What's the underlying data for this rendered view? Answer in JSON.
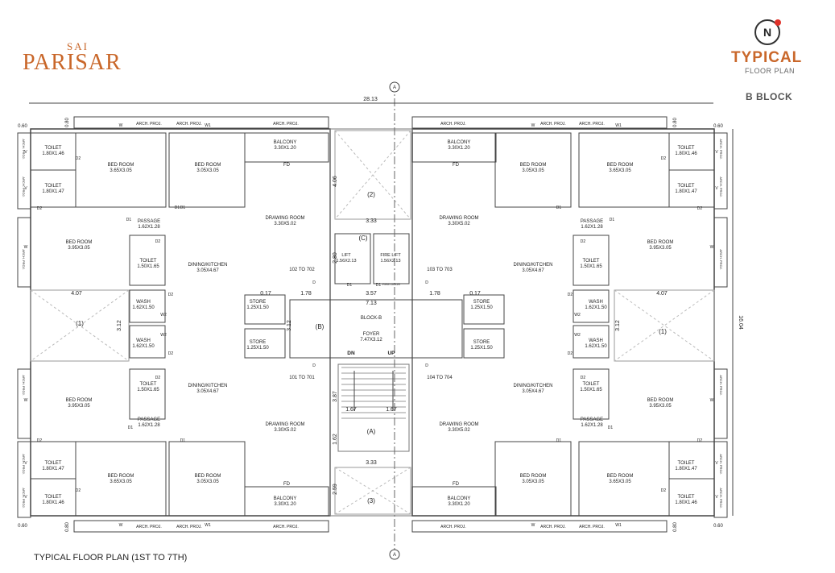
{
  "brand": {
    "sub": "SAI",
    "main": "PARISAR"
  },
  "header": {
    "logo_letter": "N",
    "title": "TYPICAL",
    "subtitle": "FLOOR PLAN",
    "block": "B BLOCK"
  },
  "caption": "TYPICAL FLOOR PLAN (1ST TO 7TH)",
  "axis_marker": "A",
  "dims": {
    "overall_width": "28.13",
    "overall_height": "16.04",
    "edge": "0.60",
    "edge_top": "0.80",
    "side_4_07": "4.07",
    "stair_3_33": "3.33",
    "lobby_7_13": "7.13",
    "lobby_3_57": "3.57",
    "lobby_1_78": "1.78",
    "v_3_12": "3.12",
    "v_4_06": "4.06",
    "v_2_80": "2.80",
    "v_3_87": "3.87",
    "v_1_62": "1.62",
    "v_2_59": "2.59",
    "step_1_67": "1.67",
    "small_0_17": "0.17"
  },
  "labels": {
    "arch_proj": "ARCH. PROJ.",
    "w": "W",
    "w1": "W1",
    "w2": "W2",
    "d": "D",
    "d1": "D1",
    "d2": "D2",
    "v": "V",
    "fd": "FD",
    "toilet": "TOILET",
    "toilet_a": "1.80X1.46",
    "toilet_b": "1.80X1.47",
    "toilet_c": "1.50X1.65",
    "bed_room": "BED ROOM",
    "bed_a": "3.65X3.05",
    "bed_b": "3.05X3.05",
    "bed_c": "3.95X3.05",
    "passage": "PASSAGE",
    "passage_dim": "1.62X1.28",
    "balcony": "BALCONY",
    "balcony_dim": "3.30X1.20",
    "drawing_room": "DRAWING ROOM",
    "drawing_dim": "3.30X5.02",
    "dining": "DINING/KITCHEN",
    "dining_dim": "3.05X4.67",
    "wash": "WASH",
    "wash_dim": "1.62X1.50",
    "store": "STORE",
    "store_dim": "1.25X1.50",
    "lift": "LIFT",
    "fire_lift": "FIRE LIFT",
    "lift_dim": "1.56X2.13",
    "fire_door": "FIRE DOOR",
    "block_b": "BLOCK-B",
    "foyer": "FOYER",
    "foyer_dim": "7.47X3.12",
    "dn": "DN",
    "up": "UP",
    "flats_tl": "102 TO 702",
    "flats_tr": "103 TO 703",
    "flats_bl": "101 TO 701",
    "flats_br": "104 TO 704",
    "zone_1": "(1)",
    "zone_2": "(2)",
    "zone_3": "(3)",
    "zone_a": "(A)",
    "zone_b": "(B)",
    "zone_c": "(C)"
  }
}
